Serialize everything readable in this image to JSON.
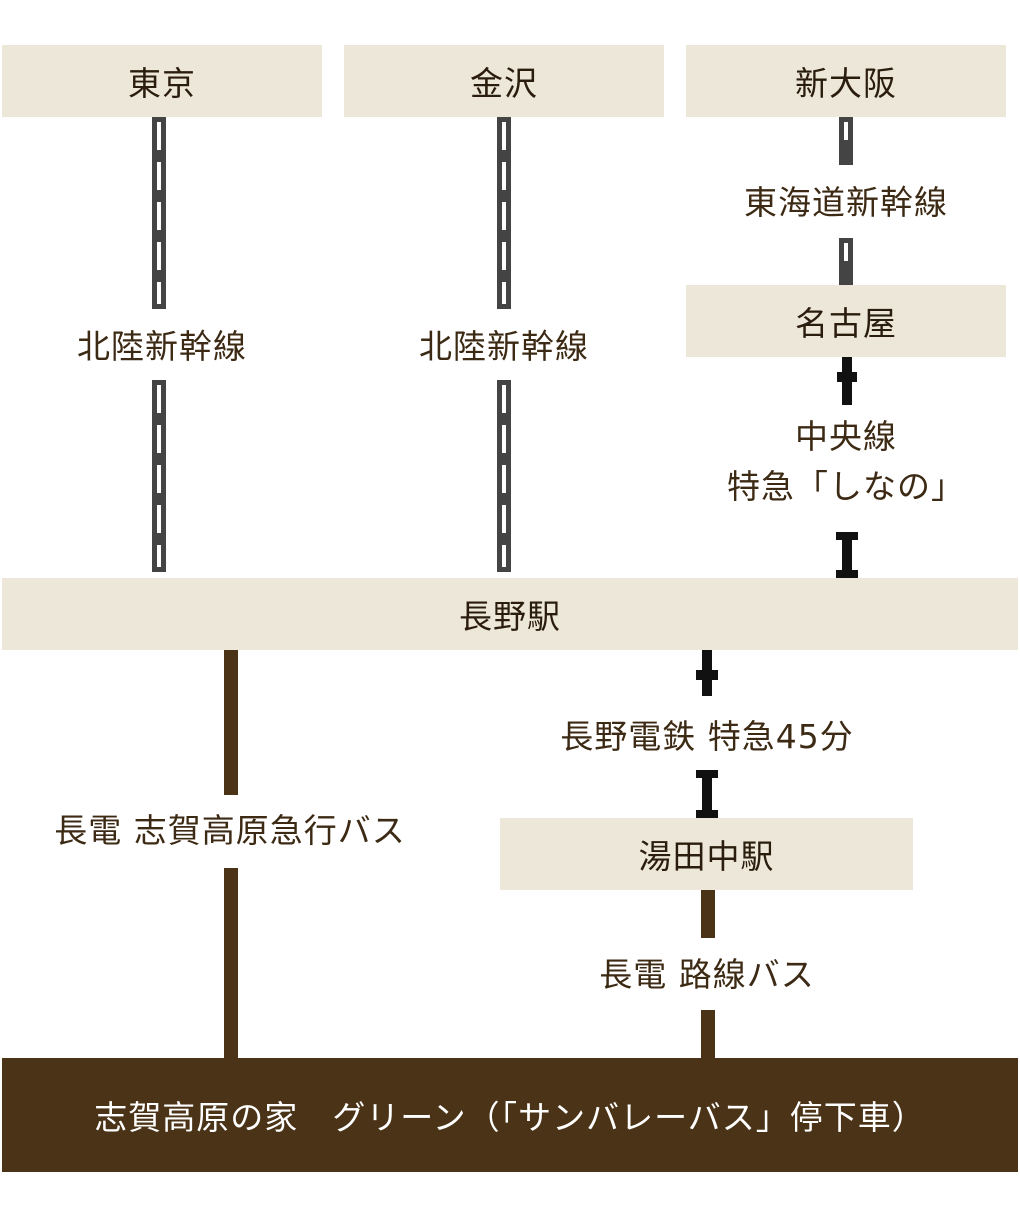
{
  "stations": {
    "tokyo": "東京",
    "kanazawa": "金沢",
    "shin_osaka": "新大阪",
    "nagoya": "名古屋",
    "nagano": "長野駅",
    "yudanaka": "湯田中駅"
  },
  "routes": {
    "hokuriku_1": "北陸新幹線",
    "hokuriku_2": "北陸新幹線",
    "tokaido": "東海道新幹線",
    "chuo_line": "中央線",
    "chuo_express": "特急「しなの」",
    "nagaden_express": "長野電鉄 特急45分",
    "shiga_bus": "長電 志賀高原急行バス",
    "route_bus": "長電 路線バス"
  },
  "destination": "志賀高原の家　グリーン（「サンバレーバス」停下車）"
}
